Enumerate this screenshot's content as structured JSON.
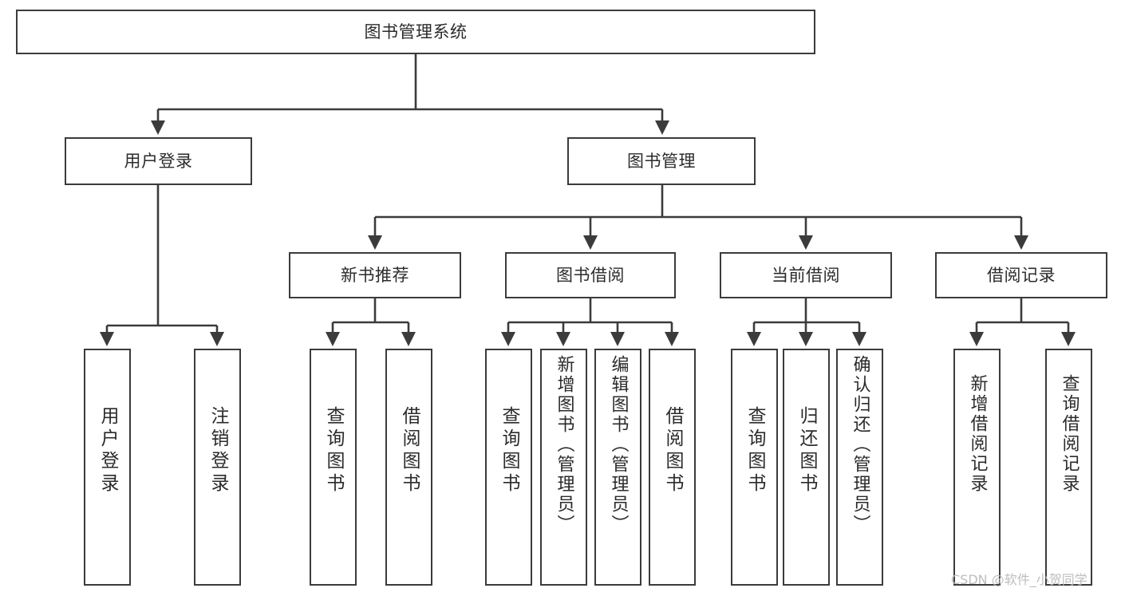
{
  "diagram": {
    "type": "hierarchy-tree",
    "title": "图书管理系统",
    "watermark": "CSDN @软件_小贺同学",
    "colors": {
      "stroke": "#3b3b3b",
      "fill": "#ffffff",
      "text": "#2b2b2b",
      "watermark": "#bdbdbd"
    },
    "nodes": {
      "root": {
        "label": "图书管理系统"
      },
      "level2": [
        {
          "id": "user-login",
          "label": "用户登录"
        },
        {
          "id": "book-manage",
          "label": "图书管理"
        }
      ],
      "level3": [
        {
          "id": "new-book-recommend",
          "label": "新书推荐"
        },
        {
          "id": "book-borrow",
          "label": "图书借阅"
        },
        {
          "id": "current-borrow",
          "label": "当前借阅"
        },
        {
          "id": "borrow-record",
          "label": "借阅记录"
        }
      ],
      "leaves": {
        "user-login": [
          {
            "id": "leaf-user-login",
            "label": "用户登录"
          },
          {
            "id": "leaf-logout",
            "label": "注销登录"
          }
        ],
        "new-book-recommend": [
          {
            "id": "leaf-query-book-1",
            "label": "查询图书"
          },
          {
            "id": "leaf-borrow-book-1",
            "label": "借阅图书"
          }
        ],
        "book-borrow": [
          {
            "id": "leaf-query-book-2",
            "label": "查询图书"
          },
          {
            "id": "leaf-add-book",
            "label": "新增图书（管理员）"
          },
          {
            "id": "leaf-edit-book",
            "label": "编辑图书（管理员）"
          },
          {
            "id": "leaf-borrow-book-2",
            "label": "借阅图书"
          }
        ],
        "current-borrow": [
          {
            "id": "leaf-query-book-3",
            "label": "查询图书"
          },
          {
            "id": "leaf-return-book",
            "label": "归还图书"
          },
          {
            "id": "leaf-confirm-return",
            "label": "确认归还（管理员）"
          }
        ],
        "borrow-record": [
          {
            "id": "leaf-add-record",
            "label": "新增借阅记录"
          },
          {
            "id": "leaf-query-record",
            "label": "查询借阅记录"
          }
        ]
      }
    }
  }
}
